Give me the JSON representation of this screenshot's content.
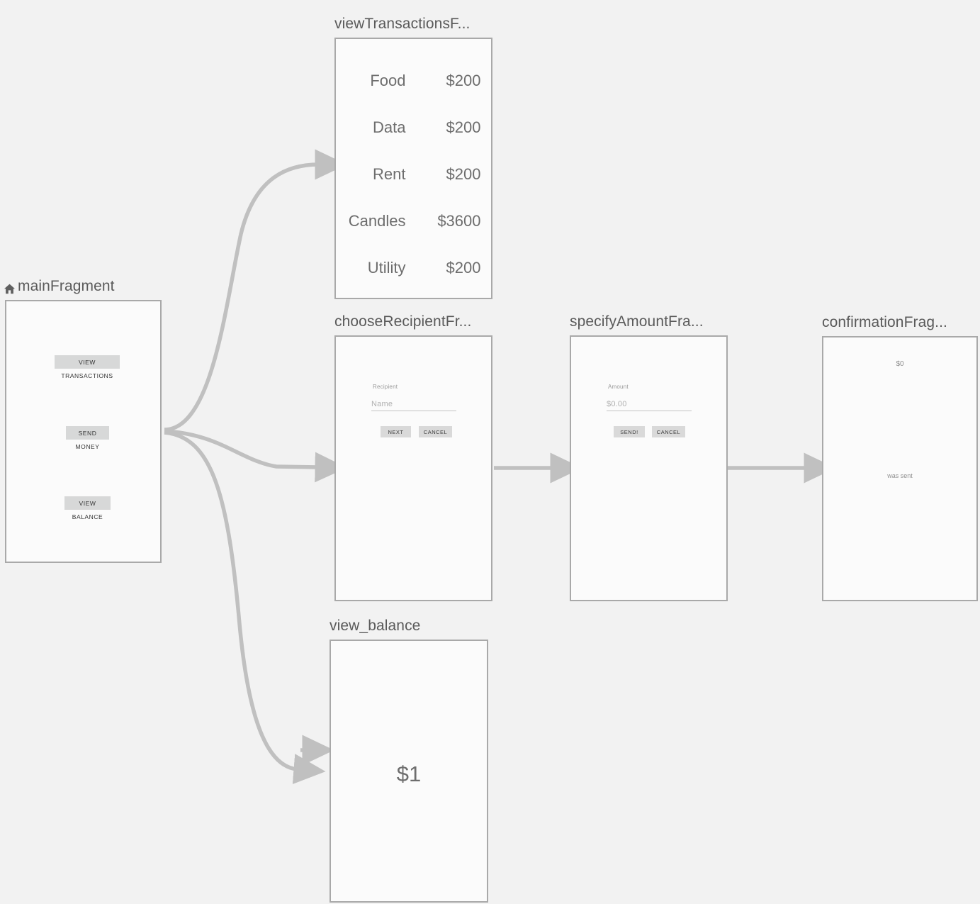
{
  "editor": {
    "background_color": "#f2f2f2",
    "edge_color": "#c0c0c0",
    "node_border_color": "#a9a9a9",
    "node_fill_color": "#fbfbfb",
    "title_color": "#5a5a5a"
  },
  "nodes": {
    "main": {
      "title": "mainFragment",
      "icon": "home-icon",
      "is_start_destination": true,
      "buttons": [
        {
          "label": "VIEW TRANSACTIONS"
        },
        {
          "label": "SEND MONEY"
        },
        {
          "label": "VIEW BALANCE"
        }
      ]
    },
    "view_transactions": {
      "title": "viewTransactionsF...",
      "full_title": "viewTransactionsFragment",
      "transactions": [
        {
          "category": "Food",
          "amount": "$200"
        },
        {
          "category": "Data",
          "amount": "$200"
        },
        {
          "category": "Rent",
          "amount": "$200"
        },
        {
          "category": "Candles",
          "amount": "$3600"
        },
        {
          "category": "Utility",
          "amount": "$200"
        }
      ]
    },
    "choose_recipient": {
      "title": "chooseRecipientFr...",
      "full_title": "chooseRecipientFragment",
      "field_label": "Recipient",
      "field_placeholder": "Name",
      "primary_button": "NEXT",
      "secondary_button": "CANCEL"
    },
    "specify_amount": {
      "title": "specifyAmountFra...",
      "full_title": "specifyAmountFragment",
      "field_label": "Amount",
      "field_placeholder": "$0.00",
      "primary_button": "SEND!",
      "secondary_button": "CANCEL"
    },
    "confirmation": {
      "title": "confirmationFrag...",
      "full_title": "confirmationFragment",
      "amount": "$0",
      "message": "was sent"
    },
    "view_balance": {
      "title": "view_balance",
      "balance": "$1"
    }
  }
}
